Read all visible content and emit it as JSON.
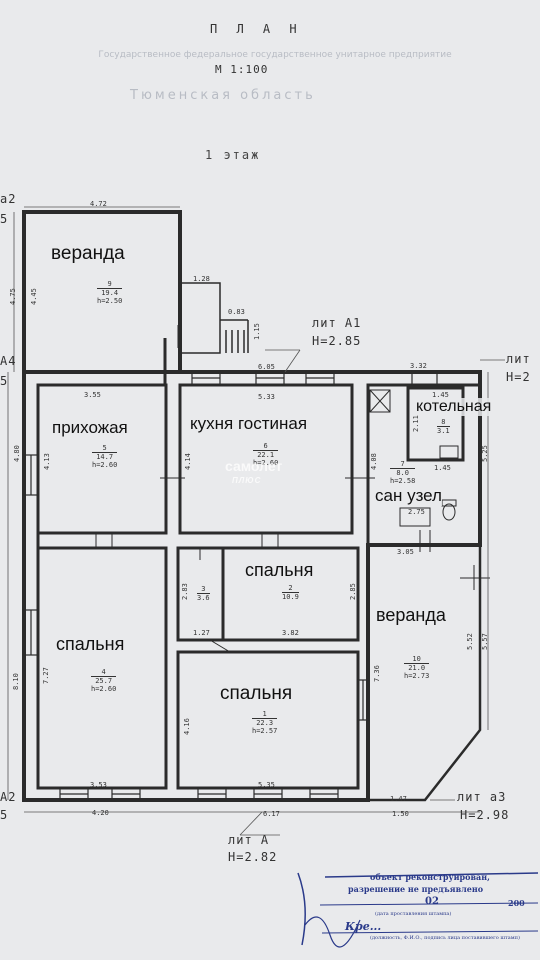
{
  "header": {
    "title": "П Л А Н",
    "scale": "М 1:100",
    "faded_line1": "Государственное федеральное государственное унитарное предприятие",
    "faded_line2": "Тюменская область",
    "floor": "1 этаж"
  },
  "rooms": {
    "veranda_top": "веранда",
    "hallway": "прихожая",
    "kitchen": "кухня гостиная",
    "boiler": "котельная",
    "bathroom": "сан узел",
    "bedroom_small": "спальня",
    "veranda_right": "веранда",
    "bedroom_left": "спальня",
    "bedroom_center": "спальня"
  },
  "room_details": {
    "veranda_top": {
      "num": "9",
      "area": "19.4",
      "h": "h=2.50"
    },
    "hallway": {
      "num": "5",
      "area": "14.7",
      "h": "h=2.60"
    },
    "kitchen": {
      "num": "6",
      "area": "22.1",
      "h": "h=2.60"
    },
    "boiler": {
      "num": "8",
      "area": "3.1"
    },
    "bathroom": {
      "num": "7",
      "area": "8.0",
      "h": "h=2.58"
    },
    "closet": {
      "num": "3",
      "area": "3.6"
    },
    "bedroom_small": {
      "num": "2",
      "area": "10.9"
    },
    "bedroom_left": {
      "num": "4",
      "area": "25.7",
      "h": "h=2.60"
    },
    "bedroom_center": {
      "num": "1",
      "area": "22.3",
      "h": "h=2.57"
    },
    "veranda_right": {
      "num": "10",
      "area": "21.0",
      "h": "h=2.73"
    }
  },
  "dimensions": {
    "d_472": "4.72",
    "d_128": "1.28",
    "d_083": "0.83",
    "d_115": "1.15",
    "d_475": "4.75",
    "d_445": "4.45",
    "d_605": "6.05",
    "d_332": "3.32",
    "d_355": "3.55",
    "d_533": "5.33",
    "d_145a": "1.45",
    "d_211": "2.11",
    "d_145b": "1.45",
    "d_480": "4.80",
    "d_413": "4.13",
    "d_414": "4.14",
    "d_408": "4.08",
    "d_525": "5.25",
    "d_275": "2.75",
    "d_305": "3.05",
    "d_283": "2.83",
    "d_285": "2.85",
    "d_127": "1.27",
    "d_382": "3.82",
    "d_810": "8.10",
    "d_727": "7.27",
    "d_736": "7.36",
    "d_552": "5.52",
    "d_557": "5.57",
    "d_416": "4.16",
    "d_353": "3.53",
    "d_535": "5.35",
    "d_420": "4.20",
    "d_617": "6.17",
    "d_147": "1.47",
    "d_150": "1.50"
  },
  "labels": {
    "lit_a1": "лит А1",
    "h_a1": "Н=2.85",
    "lit_right": "лит",
    "h_right": "Н=2",
    "lit_a3": "лит а3",
    "h_a3": "Н=2.98",
    "lit_a": "лит А",
    "h_a": "Н=2.82",
    "edge_a2_top": "а2",
    "edge_5_top": "5",
    "edge_a4": "А4",
    "edge_5_mid": "5",
    "edge_a2_bot": "А2",
    "edge_5_bot": "5"
  },
  "stamp": {
    "line1": "объект реконструирован,",
    "line2": "разрешение не предъявлено",
    "date": "02",
    "year": "200",
    "small1": "(дата проставления штампа)",
    "signature": "Кре...",
    "small2": "(должность, Ф.И.О., подпись лица поставившего штамп)"
  },
  "watermark": {
    "brand": "самолет",
    "sub": "ПЛЮС"
  },
  "colors": {
    "paper": "#e9eaec",
    "wall": "#2b2b2b",
    "stamp": "#2a3a8a"
  }
}
